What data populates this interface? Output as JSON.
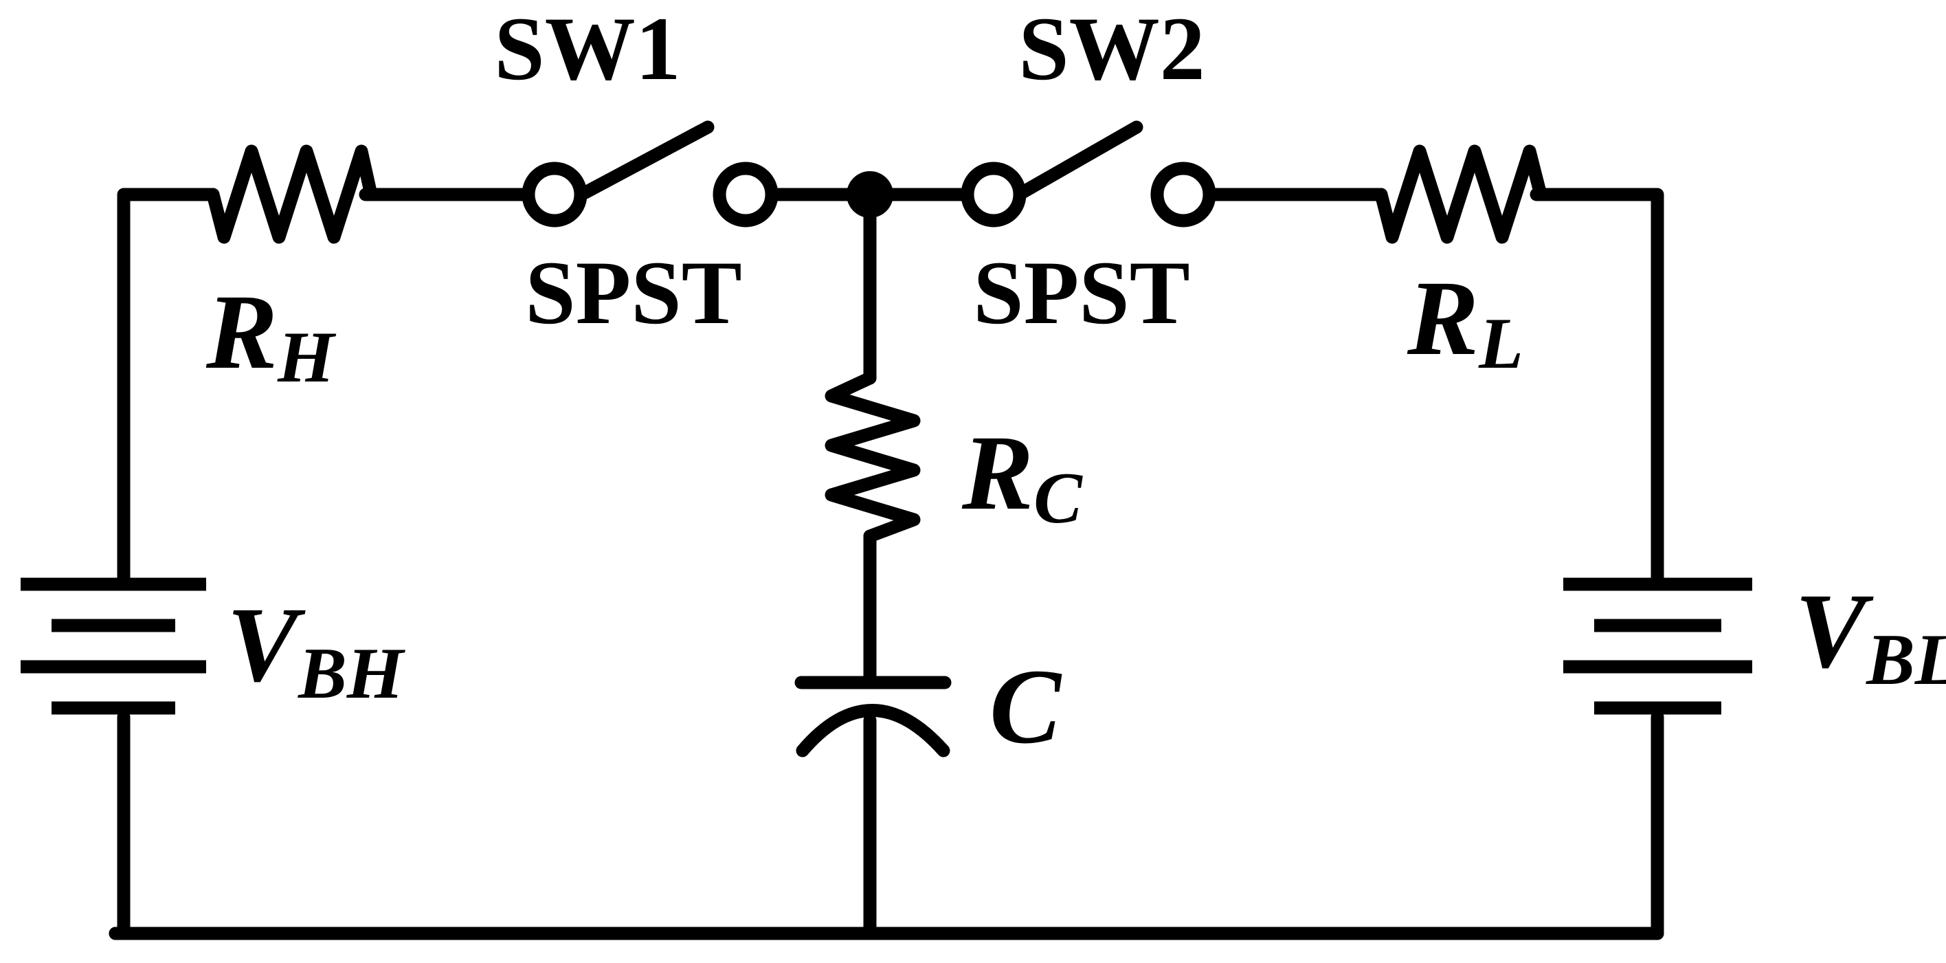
{
  "colors": {
    "background": "#ffffff",
    "stroke": "#000000"
  },
  "labels": {
    "sw1": "SW1",
    "sw2": "SW2",
    "spst_left": "SPST",
    "spst_right": "SPST",
    "rh": {
      "main": "R",
      "sub": "H"
    },
    "rl": {
      "main": "R",
      "sub": "L"
    },
    "rc": {
      "main": "R",
      "sub": "C"
    },
    "c": "C",
    "vbh": {
      "main": "V",
      "sub": "BH"
    },
    "vbl": {
      "main": "V",
      "sub": "BL"
    }
  }
}
